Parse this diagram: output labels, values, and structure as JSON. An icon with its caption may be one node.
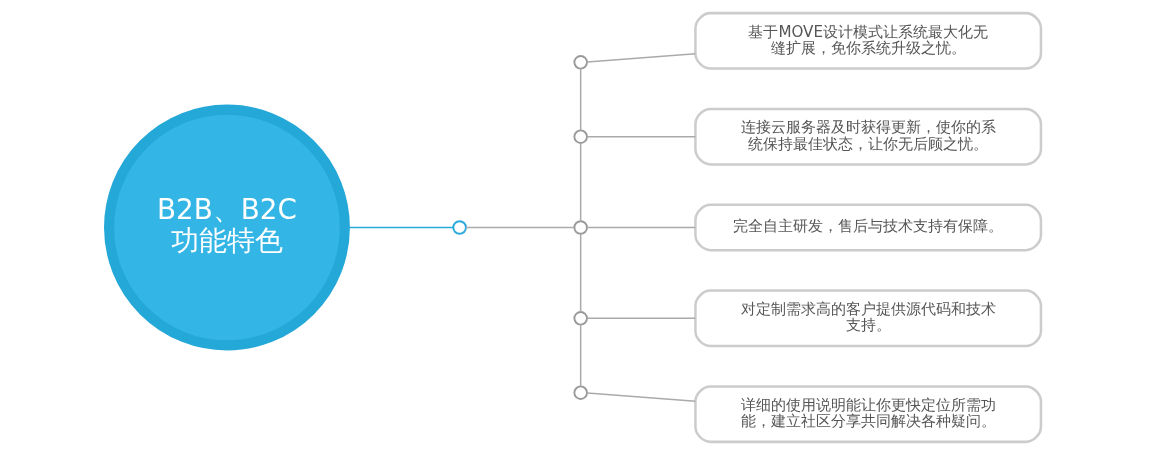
{
  "diagram": {
    "nodes": [
      {
        "text": [
          "B2B、B2C",
          "功能特色"
        ]
      },
      {
        "text": [],
        "shape": "circle"
      },
      {
        "text": [],
        "shape": "circle"
      },
      {
        "text": [],
        "shape": "circle"
      },
      {
        "text": [],
        "shape": "circle"
      },
      {
        "text": [],
        "shape": "circle"
      },
      {
        "text": [],
        "shape": "circle"
      },
      {
        "text": [
          "基于MOVE设计模式让系统最大化无缝扩展，免你系统升级之忧。"
        ]
      },
      {
        "text": [
          "连接云服务器及时获得更新，使你的系统保持最佳状态，让你无后顾之忧。"
        ]
      },
      {
        "text": [
          "完全自主研发，售后与技术支持有保障。"
        ]
      },
      {
        "text": [
          "对定制需求高的客户提供源代码和技术支持。"
        ]
      },
      {
        "text": [
          "详细的使用说明能让你更快定位所需功能，建立社区分享共同解决各种疑问。"
        ]
      }
    ],
    "edges": [
      {
        "from": 0,
        "to": 1,
        "arrow": "none",
        "color": "#29a9d9"
      },
      {
        "from": 1,
        "to": 4,
        "arrow": "none"
      },
      {
        "from": 2,
        "to": 3,
        "arrow": "none"
      },
      {
        "from": 3,
        "to": 4,
        "arrow": "none"
      },
      {
        "from": 4,
        "to": 5,
        "arrow": "none"
      },
      {
        "from": 5,
        "to": 6,
        "arrow": "none"
      },
      {
        "from": 2,
        "to": 7,
        "arrow": "none"
      },
      {
        "from": 3,
        "to": 8,
        "arrow": "none"
      },
      {
        "from": 4,
        "to": 9,
        "arrow": "none"
      },
      {
        "from": 5,
        "to": 10,
        "arrow": "none"
      },
      {
        "from": 6,
        "to": 11,
        "arrow": "none"
      }
    ]
  }
}
